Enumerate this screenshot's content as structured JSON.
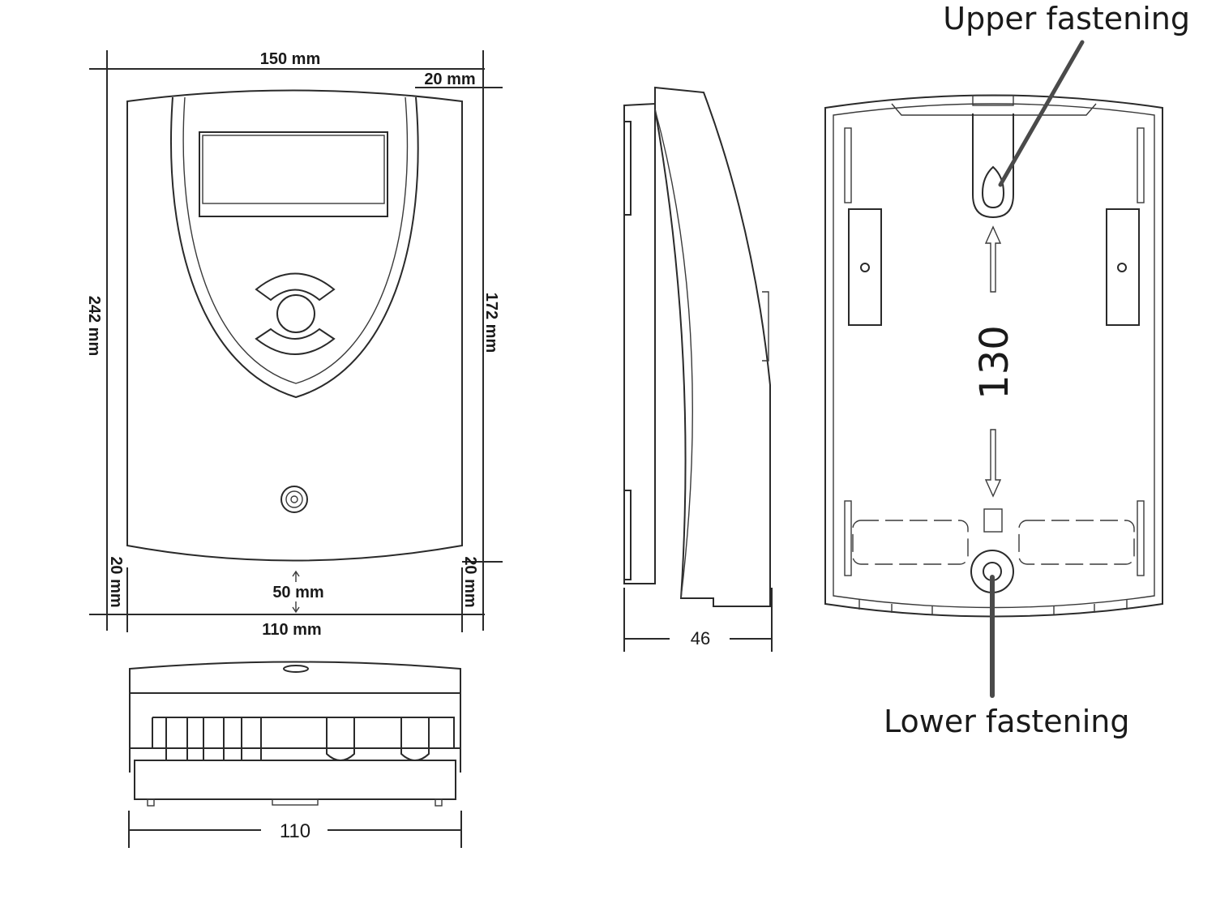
{
  "front_view": {
    "width_label": "150 mm",
    "top_margin_label": "20 mm",
    "height_left_label": "242 mm",
    "height_right_label": "172 mm",
    "bottom_left_label": "20 mm",
    "bottom_right_label": "20 mm",
    "center_gap_label": "50 mm",
    "bottom_width_label": "110 mm"
  },
  "bottom_view": {
    "width_label": "110"
  },
  "side_view": {
    "depth_label": "46"
  },
  "back_view": {
    "upper_label": "Upper fastening",
    "lower_label": "Lower fastening",
    "spacing_label": "130"
  }
}
